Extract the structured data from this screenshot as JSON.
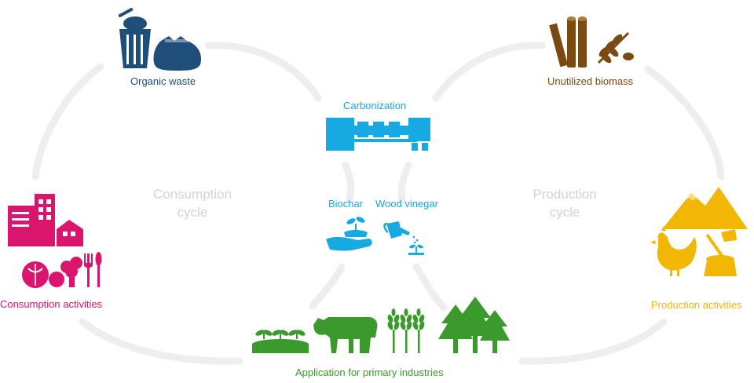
{
  "labels": {
    "organic_waste": "Organic waste",
    "unutilized_biomass": "Unutilized biomass",
    "carbonization": "Carbonization",
    "biochar": "Biochar",
    "wood_vinegar": "Wood vinegar",
    "consumption_activities": "Consumption activities",
    "production_activities": "Production activities",
    "primary_industries": "Application for primary industries"
  },
  "cycles": {
    "consumption_line1": "Consumption",
    "consumption_line2": "cycle",
    "production_line1": "Production",
    "production_line2": "cycle"
  },
  "colors": {
    "navy": "#1f4e79",
    "brown": "#7a4a12",
    "cyan": "#17a9e1",
    "magenta": "#d9156d",
    "yellow": "#f2b705",
    "green": "#3a9a2c",
    "loop": "#eeeeee"
  },
  "icons": [
    "trash-can-icon",
    "garbage-bag-icon",
    "logs-icon",
    "wheat-icon",
    "kiln-icon",
    "hand-sprout-icon",
    "watering-can-icon",
    "buildings-icon",
    "vegetables-icon",
    "utensils-icon",
    "mountains-icon",
    "chicken-icon",
    "axe-stump-icon",
    "seedlings-icon",
    "cow-icon",
    "grain-icon",
    "trees-icon"
  ]
}
